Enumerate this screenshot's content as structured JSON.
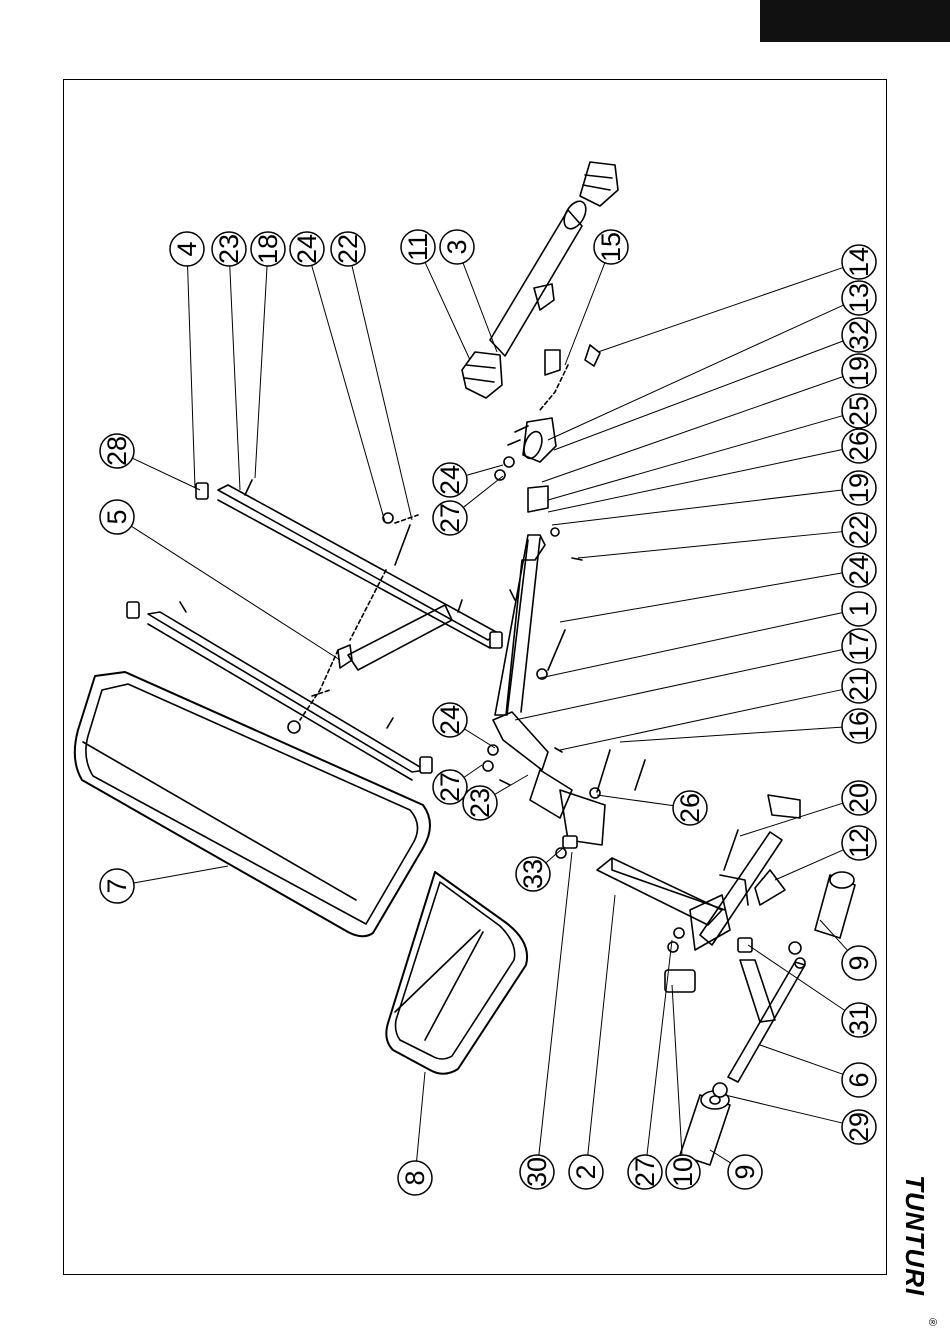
{
  "brand": {
    "name": "TUNTURI",
    "mark": "®"
  },
  "callouts": [
    "4",
    "23",
    "18",
    "24",
    "22",
    "11",
    "3",
    "15",
    "14",
    "13",
    "32",
    "19",
    "25",
    "26",
    "19",
    "22",
    "24",
    "1",
    "17",
    "21",
    "16",
    "20",
    "12",
    "9",
    "31",
    "6",
    "29",
    "9",
    "10",
    "27",
    "2",
    "30",
    "8",
    "7",
    "5",
    "28",
    "24",
    "27",
    "24",
    "27",
    "23",
    "26",
    "33"
  ],
  "colors": {
    "ink": "#000000",
    "paper": "#ffffff",
    "tab": "#111111"
  }
}
